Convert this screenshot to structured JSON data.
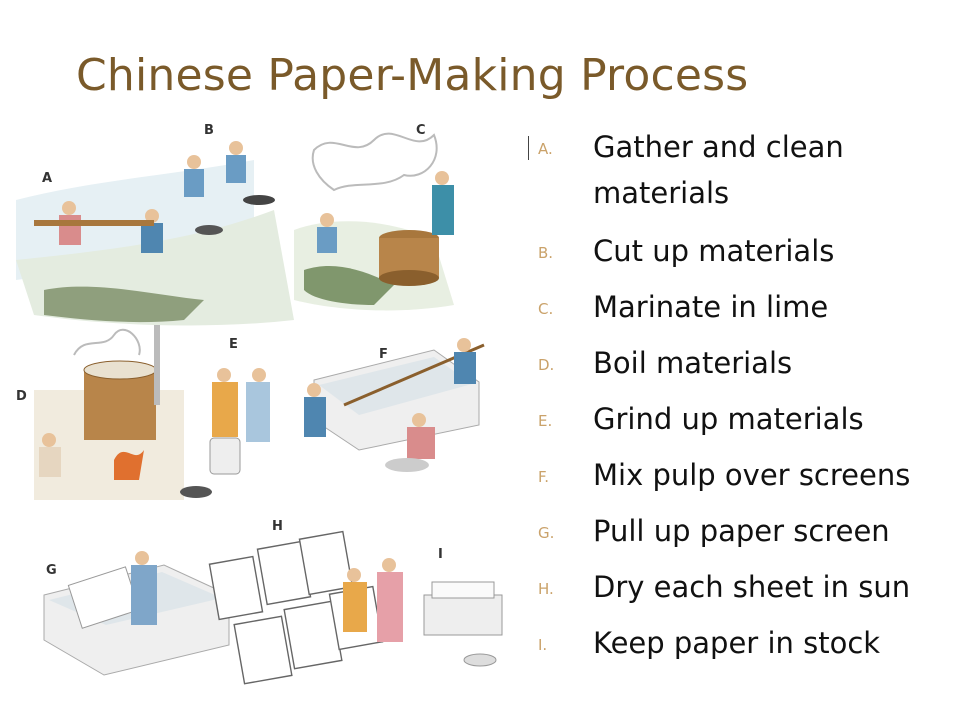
{
  "slide": {
    "title": "Chinese Paper-Making Process",
    "steps": [
      {
        "marker": "A.",
        "text": "Gather and clean materials"
      },
      {
        "marker": "B.",
        "text": "Cut up materials"
      },
      {
        "marker": "C.",
        "text": "Marinate in lime"
      },
      {
        "marker": "D.",
        "text": "Boil materials"
      },
      {
        "marker": "E.",
        "text": "Grind up materials"
      },
      {
        "marker": "F.",
        "text": "Mix pulp over screens"
      },
      {
        "marker": "G.",
        "text": "Pull up paper screen"
      },
      {
        "marker": "H.",
        "text": "Dry each sheet in sun"
      },
      {
        "marker": "I.",
        "text": "Keep paper in stock"
      }
    ],
    "illustration_labels": [
      "A",
      "B",
      "C",
      "D",
      "E",
      "F",
      "G",
      "H",
      "I"
    ],
    "colors": {
      "title": "#7a5a2a",
      "marker": "#caa26a",
      "text": "#111111"
    }
  }
}
